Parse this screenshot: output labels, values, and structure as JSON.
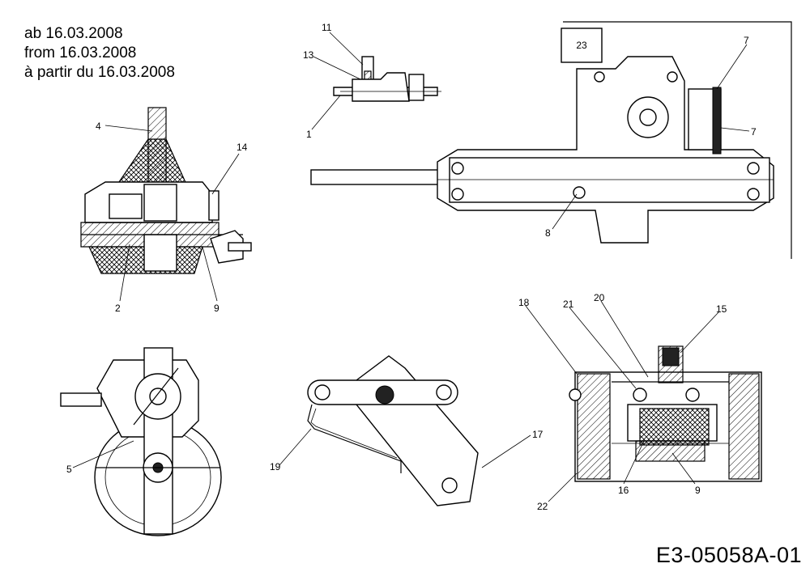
{
  "header": {
    "date_de": "ab 16.03.2008",
    "date_en": "from 16.03.2008",
    "date_fr": "à partir du 16.03.2008"
  },
  "footer": {
    "document_code": "E3-05058A-01"
  },
  "boxed_reference": "23",
  "callouts": {
    "c1": "1",
    "c2": "2",
    "c4": "4",
    "c5": "5",
    "c7a": "7",
    "c7b": "7",
    "c8": "8",
    "c9a": "9",
    "c9b": "9",
    "c11": "11",
    "c13": "13",
    "c14": "14",
    "c15": "15",
    "c16": "16",
    "c17": "17",
    "c18": "18",
    "c19": "19",
    "c20": "20",
    "c21": "21",
    "c22": "22"
  }
}
